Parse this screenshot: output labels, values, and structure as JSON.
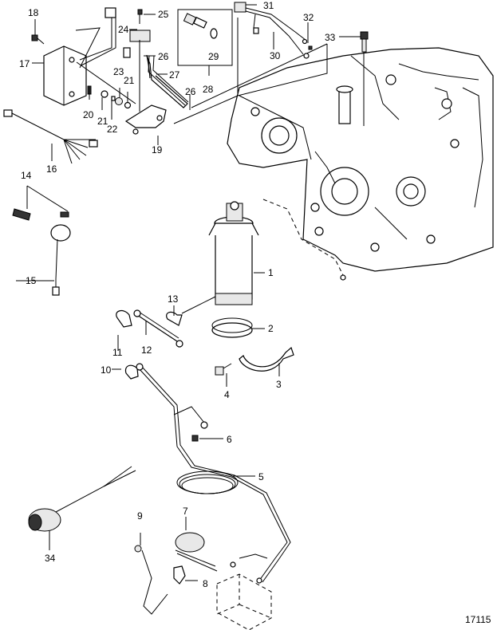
{
  "diagram": {
    "title": "Starter Motor and Electrical Components Exploded View",
    "figure_id": "17115",
    "callouts": [
      {
        "id": "c1",
        "label": "1",
        "part": "starter-motor"
      },
      {
        "id": "c2",
        "label": "2",
        "part": "starter-band"
      },
      {
        "id": "c3",
        "label": "3",
        "part": "starter-clamp"
      },
      {
        "id": "c4",
        "label": "4",
        "part": "clamp-bolt"
      },
      {
        "id": "c5",
        "label": "5",
        "part": "battery-cable-assembly"
      },
      {
        "id": "c6",
        "label": "6",
        "part": "ground-screw"
      },
      {
        "id": "c7",
        "label": "7",
        "part": "starter-solenoid"
      },
      {
        "id": "c8",
        "label": "8",
        "part": "solenoid-bracket"
      },
      {
        "id": "c9",
        "label": "9",
        "part": "ground-lead"
      },
      {
        "id": "c10",
        "label": "10",
        "part": "terminal-boot"
      },
      {
        "id": "c11",
        "label": "11",
        "part": "terminal-boot"
      },
      {
        "id": "c12",
        "label": "12",
        "part": "starter-cable"
      },
      {
        "id": "c13",
        "label": "13",
        "part": "terminal-boot"
      },
      {
        "id": "c14",
        "label": "14",
        "part": "neutral-switch"
      },
      {
        "id": "c15",
        "label": "15",
        "part": "switch-harness"
      },
      {
        "id": "c16",
        "label": "16",
        "part": "wiring-harness"
      },
      {
        "id": "c17",
        "label": "17",
        "part": "rectifier-regulator"
      },
      {
        "id": "c18",
        "label": "18",
        "part": "ground-screw"
      },
      {
        "id": "c19",
        "label": "19",
        "part": "mounting-bracket"
      },
      {
        "id": "c20",
        "label": "20",
        "part": "screw"
      },
      {
        "id": "c21a",
        "label": "21",
        "part": "washer"
      },
      {
        "id": "c21b",
        "label": "21",
        "part": "washer"
      },
      {
        "id": "c22",
        "label": "22",
        "part": "spacer"
      },
      {
        "id": "c23",
        "label": "23",
        "part": "grommet"
      },
      {
        "id": "c24",
        "label": "24",
        "part": "nut"
      },
      {
        "id": "c25",
        "label": "25",
        "part": "screw"
      },
      {
        "id": "c26a",
        "label": "26",
        "part": "clip"
      },
      {
        "id": "c26b",
        "label": "26",
        "part": "clip"
      },
      {
        "id": "c27",
        "label": "27",
        "part": "hose"
      },
      {
        "id": "c28",
        "label": "28",
        "part": "sensor-kit"
      },
      {
        "id": "c29",
        "label": "29",
        "part": "o-ring"
      },
      {
        "id": "c30",
        "label": "30",
        "part": "harness"
      },
      {
        "id": "c31",
        "label": "31",
        "part": "relay"
      },
      {
        "id": "c32",
        "label": "32",
        "part": "screw"
      },
      {
        "id": "c33",
        "label": "33",
        "part": "bolt"
      },
      {
        "id": "c34",
        "label": "34",
        "part": "push-button-switch"
      }
    ]
  }
}
